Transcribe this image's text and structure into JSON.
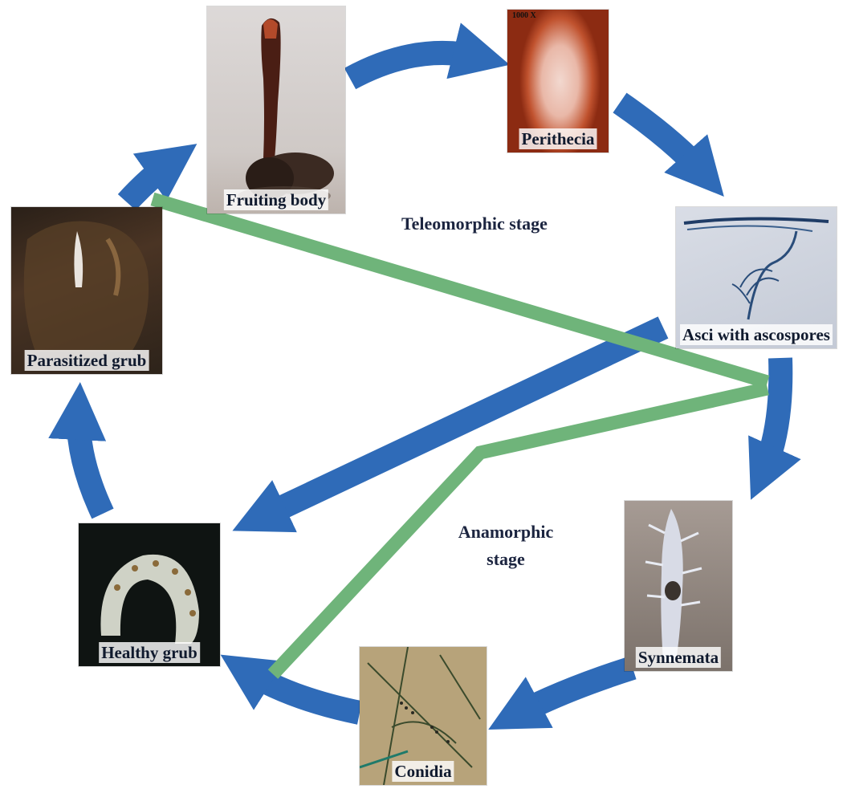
{
  "diagram": {
    "stage_labels": {
      "teleomorphic": "Teleomorphic stage",
      "anamorphic_line1": "Anamorphic",
      "anamorphic_line2": "stage"
    },
    "nodes": {
      "fruiting_body": "Fruiting body",
      "perithecia": "Perithecia",
      "asci": "Asci with ascospores",
      "parasitized_grub": "Parasitized grub",
      "healthy_grub": "Healthy grub",
      "synnemata": "Synnemata",
      "conidia": "Conidia"
    },
    "perithecia_magnification": "1000 X"
  },
  "colors": {
    "arrow": "#2f6bb8",
    "connector": "#6fb47a",
    "text": "#1c2540"
  }
}
